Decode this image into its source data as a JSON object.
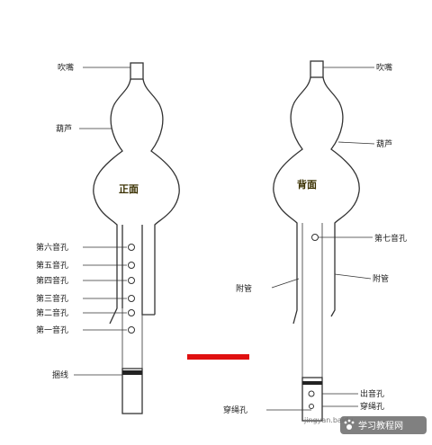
{
  "front": {
    "face_label": "正面",
    "labels": {
      "mouthpiece": "吹嘴",
      "gourd": "葫芦",
      "hole6": "第六音孔",
      "hole5": "第五音孔",
      "hole4": "第四音孔",
      "hole3": "第三音孔",
      "hole2": "第二音孔",
      "hole1": "第一音孔",
      "binding": "捆线"
    }
  },
  "back": {
    "face_label": "背面",
    "labels": {
      "mouthpiece": "吹嘴",
      "gourd": "葫芦",
      "hole7": "第七音孔",
      "aux_pipe_left": "附管",
      "aux_pipe_right": "附管",
      "sound_hole": "出音孔",
      "rope_hole_right": "穿绳孔",
      "rope_hole_left": "穿绳孔"
    }
  },
  "watermark": {
    "site": "学习教程网",
    "url": "jingyan.baidu"
  },
  "colors": {
    "red_marker": "#e01010",
    "outline": "#333333"
  }
}
